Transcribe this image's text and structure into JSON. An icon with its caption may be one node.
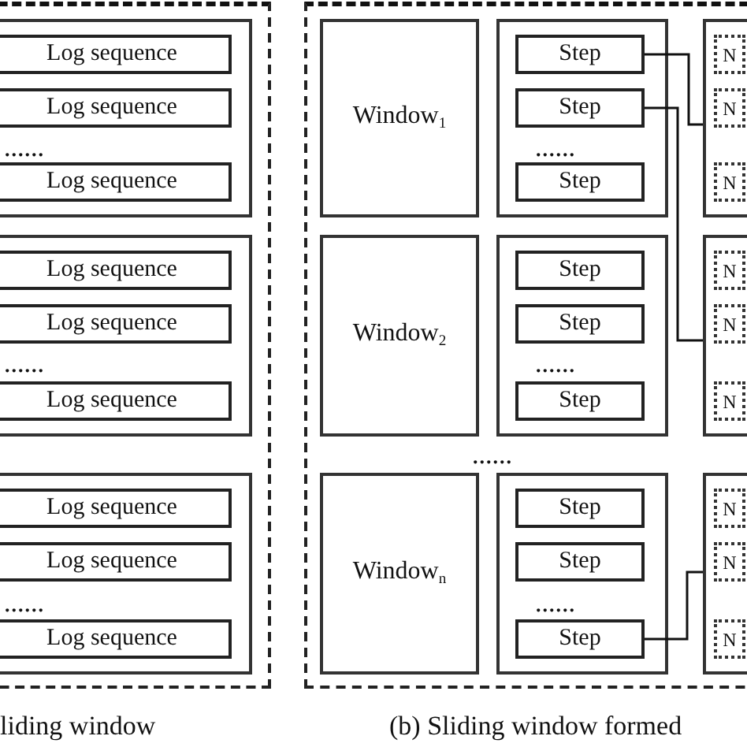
{
  "diagram": {
    "nodes": [
      {
        "text": [],
        "shape": "box"
      },
      {
        "text": [],
        "shape": "box",
        "in": 0
      },
      {
        "text": [
          "Log sequence"
        ],
        "in": 1
      },
      {
        "text": [
          "Log sequence"
        ],
        "in": 1
      },
      {
        "text": [
          "Log sequence"
        ],
        "in": 1
      },
      {
        "text": [],
        "shape": "box",
        "in": 0
      },
      {
        "text": [
          "Log sequence"
        ],
        "in": 5
      },
      {
        "text": [
          "Log sequence"
        ],
        "in": 5
      },
      {
        "text": [
          "Log sequence"
        ],
        "in": 5
      },
      {
        "text": [],
        "shape": "box",
        "in": 0
      },
      {
        "text": [
          "Log sequence"
        ],
        "in": 9
      },
      {
        "text": [
          "Log sequence"
        ],
        "in": 9
      },
      {
        "text": [
          "Log sequence"
        ],
        "in": 9
      },
      {
        "text": [],
        "shape": "box"
      },
      {
        "text": [
          "Window$_{1}$"
        ],
        "in": 13
      },
      {
        "text": [],
        "shape": "box",
        "in": 13
      },
      {
        "text": [
          "Step"
        ],
        "in": 15
      },
      {
        "text": [
          "Step"
        ],
        "in": 15
      },
      {
        "text": [
          "Step"
        ],
        "in": 15
      },
      {
        "text": [],
        "shape": "box",
        "in": 13
      },
      {
        "text": [
          "N"
        ],
        "in": 19
      },
      {
        "text": [
          "N"
        ],
        "in": 19
      },
      {
        "text": [
          "N"
        ],
        "in": 19
      },
      {
        "text": [
          "Window$_{2}$"
        ],
        "in": 13
      },
      {
        "text": [],
        "shape": "box",
        "in": 13
      },
      {
        "text": [
          "Step"
        ],
        "in": 24
      },
      {
        "text": [
          "Step"
        ],
        "in": 24
      },
      {
        "text": [
          "Step"
        ],
        "in": 24
      },
      {
        "text": [],
        "shape": "box",
        "in": 13
      },
      {
        "text": [
          "N"
        ],
        "in": 28
      },
      {
        "text": [
          "N"
        ],
        "in": 28
      },
      {
        "text": [
          "N"
        ],
        "in": 28
      },
      {
        "text": [
          "Window$_{n}$"
        ],
        "in": 13
      },
      {
        "text": [],
        "shape": "box",
        "in": 13
      },
      {
        "text": [
          "Step"
        ],
        "in": 33
      },
      {
        "text": [
          "Step"
        ],
        "in": 33
      },
      {
        "text": [
          "Step"
        ],
        "in": 33
      },
      {
        "text": [],
        "shape": "box",
        "in": 13
      },
      {
        "text": [
          "N"
        ],
        "in": 37
      },
      {
        "text": [
          "N"
        ],
        "in": 37
      },
      {
        "text": [
          "N"
        ],
        "in": 37
      }
    ],
    "edges": [
      {
        "from": 16,
        "to": 19,
        "arrow": "none"
      },
      {
        "from": 17,
        "to": 28,
        "arrow": "none"
      },
      {
        "from": 36,
        "to": 37,
        "arrow": "none"
      }
    ],
    "labels": [
      "......",
      "......",
      "......",
      "......",
      "......",
      "......",
      "......",
      "liding window",
      "(b) Sliding window formed"
    ]
  }
}
